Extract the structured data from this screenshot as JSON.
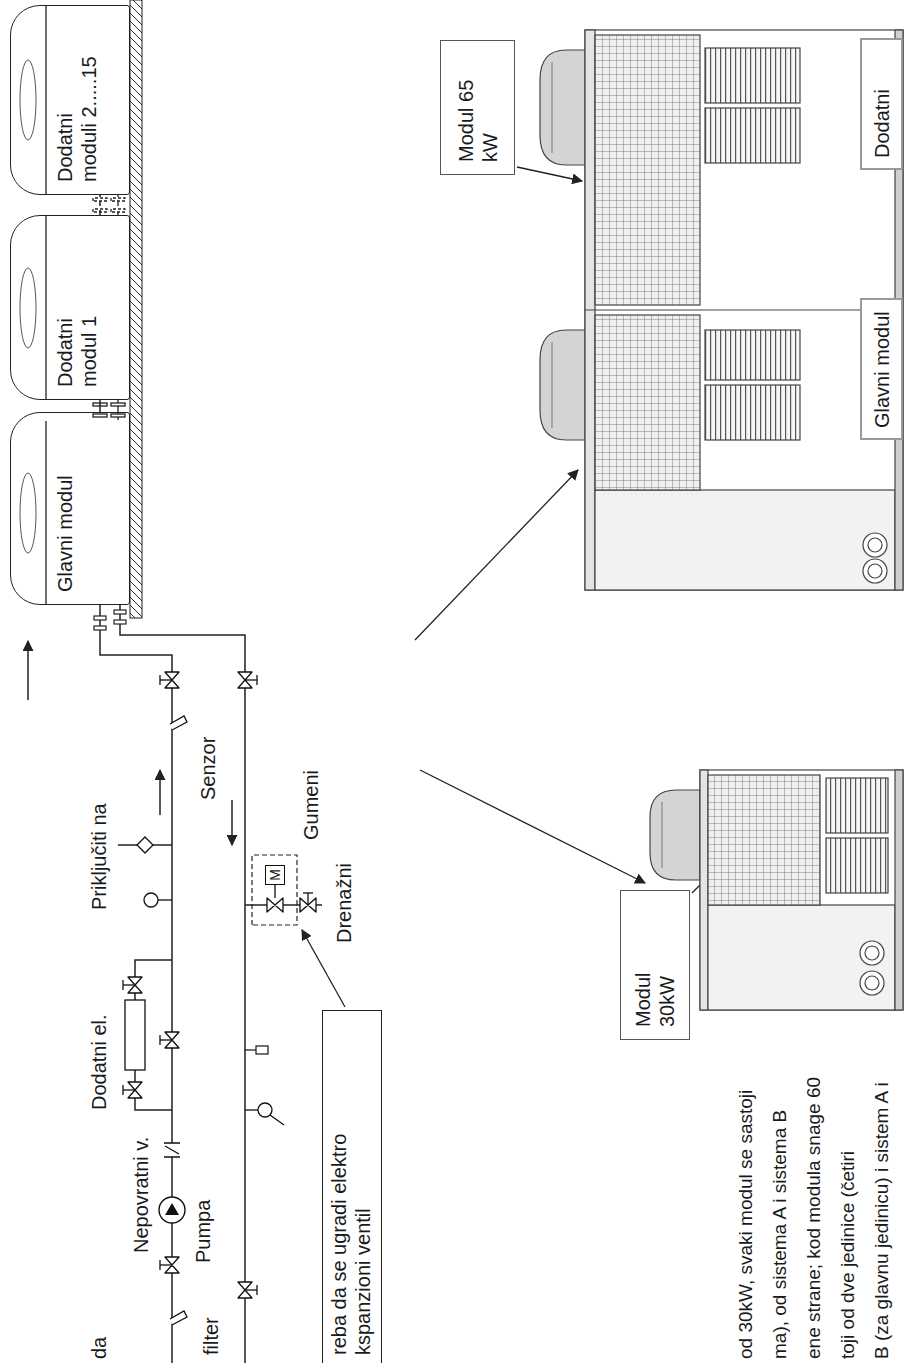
{
  "diagram": {
    "nodes": [
      {
        "text": [
          "Glavni modul"
        ]
      },
      {
        "text": [
          "Dodatni modul 1"
        ]
      },
      {
        "text": [
          "Dodatni moduli 2.....15"
        ]
      },
      {
        "text": [
          "M"
        ]
      },
      {
        "text": [
          "reba da se ugradi elektro kspanzioni ventil"
        ]
      },
      {
        "text": [
          "Modul 65 kW"
        ]
      },
      {
        "text": [
          "Modul 30kW"
        ]
      },
      {
        "text": [
          "Glavni modul"
        ]
      },
      {
        "text": [
          "Dodatni"
        ]
      }
    ],
    "edges": [
      {
        "from": 0,
        "to": 1,
        "arrow": "none"
      },
      {
        "from": 1,
        "to": 2,
        "arrow": "none"
      }
    ],
    "labels": [
      "da",
      "Dodatni el.",
      "Nepovratni v.",
      "Pumpa",
      "filter",
      "Priključiti na",
      "Senzor",
      "Gumeni",
      "Drenažni",
      "od 30kW, svaki modul se sastoji",
      "ma), od sistema A i sistema B",
      "ene strane; kod modula snage 60",
      "toji od dve jedinice (četiri",
      "B (za glavnu jedinicu) i sistem A i"
    ]
  }
}
